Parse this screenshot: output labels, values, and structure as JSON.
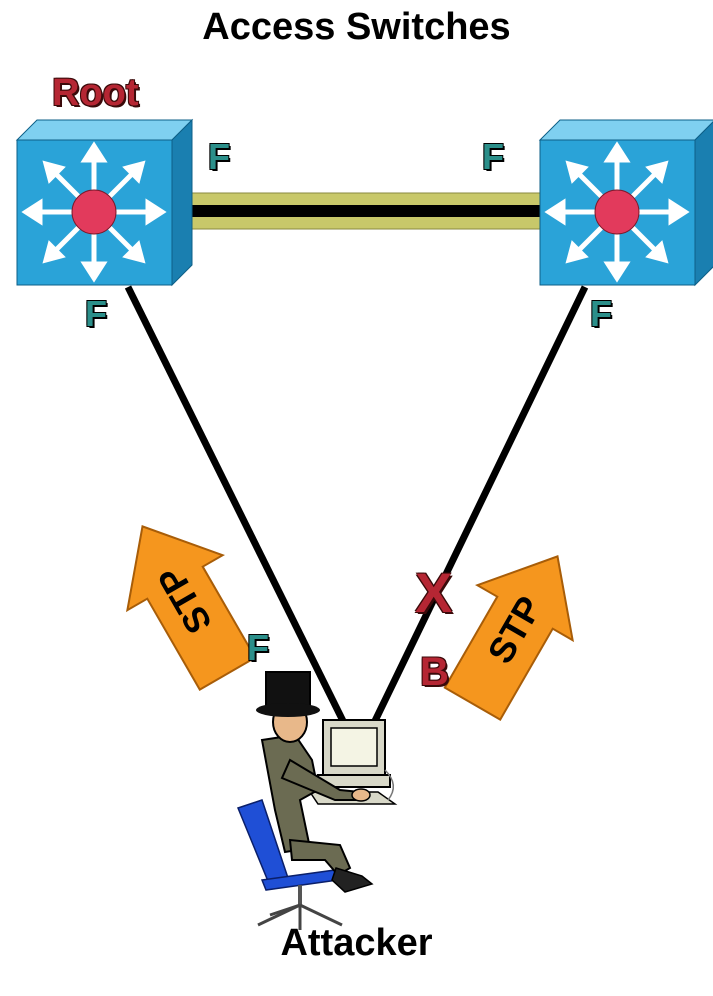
{
  "title": "Access Switches",
  "root_label": "Root",
  "bottom_label": "Attacker",
  "ports": {
    "left_top": "F",
    "right_top": "F",
    "left_bottom": "F",
    "right_bottom": "F",
    "attacker_left": "F",
    "attacker_right": "B"
  },
  "blocked_mark": "X",
  "arrows": {
    "left": "STP",
    "right": "STP"
  },
  "icons": {
    "left_switch": "multilayer-switch-icon",
    "right_switch": "multilayer-switch-icon",
    "attacker": "attacker-at-computer-icon"
  },
  "colors": {
    "switch_front": "#2aa3d8",
    "switch_side": "#1a7fb0",
    "switch_top": "#7fd0f0",
    "switch_hub": "#e23a5c",
    "trunk_outer": "#c8c86a",
    "port_forward": "#2b8f8a",
    "port_block": "#b52633",
    "stp_arrow": "#f5961e"
  }
}
